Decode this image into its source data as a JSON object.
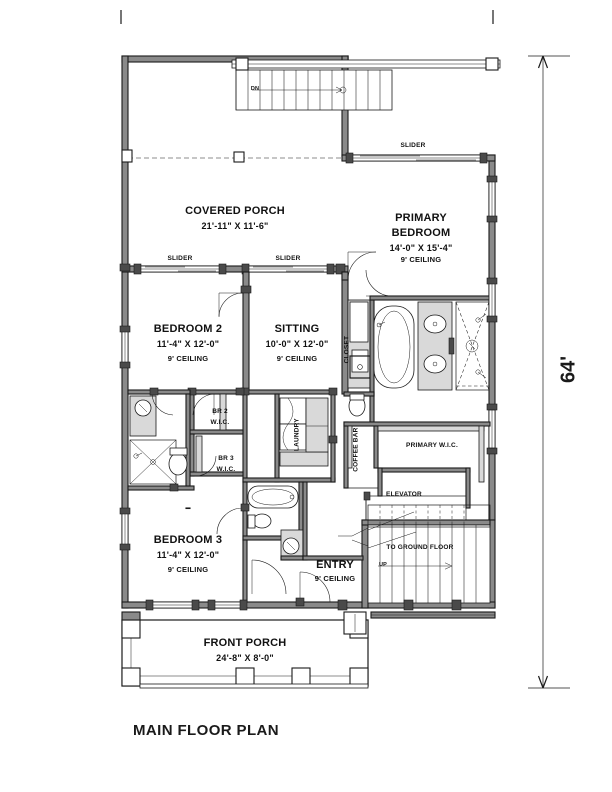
{
  "sheet": {
    "title": "MAIN FLOOR PLAN",
    "overall_dimension": "64'"
  },
  "crop_marks": [
    {
      "name": "left-tick"
    },
    {
      "name": "right-tick"
    }
  ],
  "rooms": [
    {
      "id": "covered-porch",
      "name": "COVERED PORCH",
      "dimensions": "21'-11\" X 11'-6\"",
      "ceiling": ""
    },
    {
      "id": "primary-bedroom",
      "name": "PRIMARY\nBEDROOM",
      "name_line1": "PRIMARY",
      "name_line2": "BEDROOM",
      "dimensions": "14'-0\" X 15'-4\"",
      "ceiling": "9' CEILING"
    },
    {
      "id": "bedroom-2",
      "name": "BEDROOM 2",
      "dimensions": "11'-4\" X 12'-0\"",
      "ceiling": "9' CEILING"
    },
    {
      "id": "sitting",
      "name": "SITTING",
      "dimensions": "10'-0\" X 12'-0\"",
      "ceiling": "9' CEILING"
    },
    {
      "id": "bedroom-3",
      "name": "BEDROOM 3",
      "dimensions": "11'-4\" X 12'-0\"",
      "ceiling": "9' CEILING"
    },
    {
      "id": "entry",
      "name": "ENTRY",
      "dimensions": "",
      "ceiling": "9' CEILING"
    },
    {
      "id": "front-porch",
      "name": "FRONT PORCH",
      "dimensions": "24'-8\" X 8'-0\"",
      "ceiling": ""
    }
  ],
  "space_labels": [
    {
      "id": "br2-wic",
      "line1": "BR 2",
      "line2": "W.I.C."
    },
    {
      "id": "br3-wic",
      "line1": "BR 3",
      "line2": "W.I.C."
    },
    {
      "id": "laundry",
      "text": "LAUNDRY",
      "orientation": "vertical"
    },
    {
      "id": "coffee-bar",
      "text": "COFFEE BAR",
      "orientation": "vertical"
    },
    {
      "id": "closet",
      "text": "CLOSET",
      "orientation": "vertical"
    },
    {
      "id": "primary-wic",
      "text": "PRIMARY W.I.C.",
      "orientation": "horizontal"
    },
    {
      "id": "elevator",
      "text": "ELEVATOR",
      "orientation": "horizontal"
    },
    {
      "id": "to-ground-floor",
      "text": "TO GROUND FLOOR",
      "orientation": "horizontal"
    }
  ],
  "openings": [
    {
      "id": "slider-porch-top",
      "text": "SLIDER"
    },
    {
      "id": "slider-bedroom2",
      "text": "SLIDER"
    },
    {
      "id": "slider-sitting",
      "text": "SLIDER"
    },
    {
      "id": "slider-primary",
      "text": "SLIDER"
    }
  ],
  "stairs": [
    {
      "id": "upper-stair",
      "direction_label": "DN"
    },
    {
      "id": "main-stair",
      "direction_label": "UP"
    }
  ],
  "colors": {
    "line": "#1a1a1a",
    "wall_fill": "#8a8a8a",
    "fixture_fill": "#d9d9d9",
    "paper": "#ffffff"
  }
}
